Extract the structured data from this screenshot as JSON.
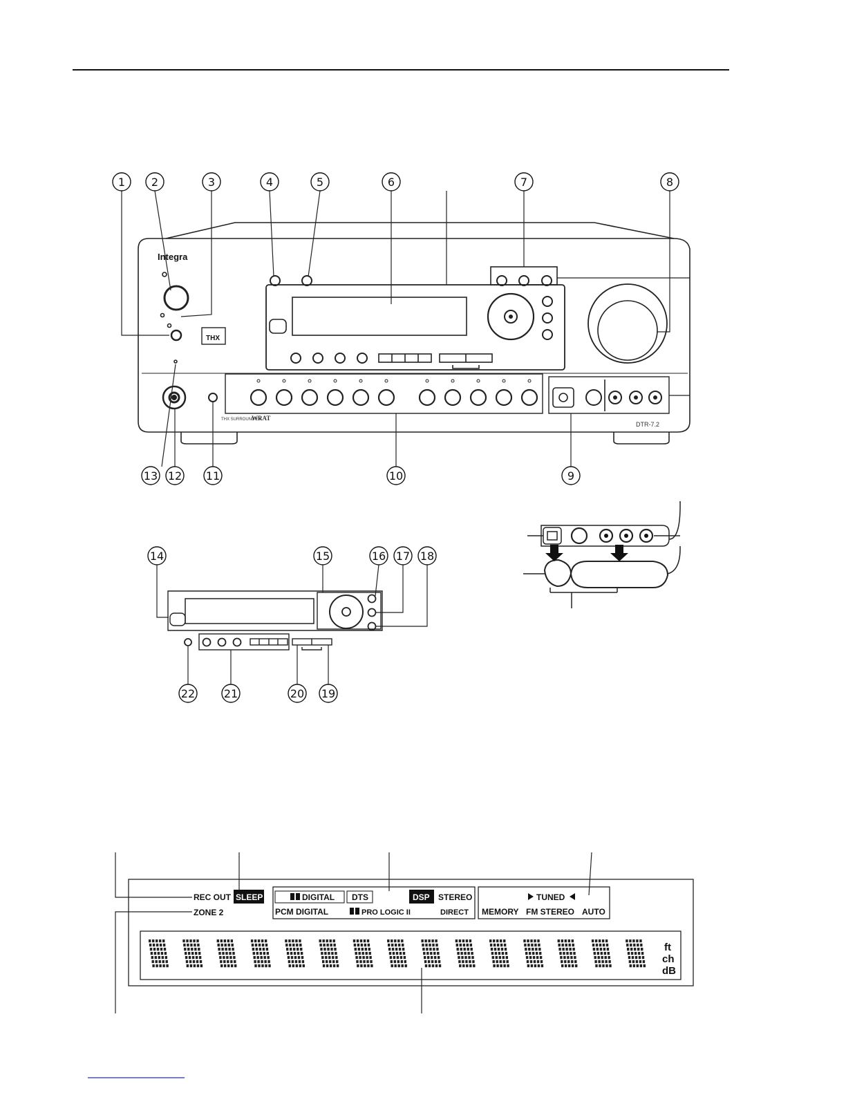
{
  "front_panel": {
    "brand": "Integra",
    "model": "DTR-7.2",
    "thx_badge": "THX",
    "logos": {
      "thx_surround": "THX SURROUND EX",
      "wrat": "WRAT",
      "digital": "DIGITAL"
    },
    "callouts_top": [
      "1",
      "2",
      "3",
      "4",
      "5",
      "6",
      "7",
      "8"
    ],
    "callouts_bottom": [
      "13",
      "12",
      "11",
      "10",
      "9"
    ],
    "display_detail_callouts": [
      "14",
      "15",
      "16",
      "17",
      "18"
    ],
    "display_detail_callouts_bottom": [
      "22",
      "21",
      "20",
      "19"
    ]
  },
  "fl_display": {
    "indicators": {
      "rec_out": "REC OUT",
      "sleep": "SLEEP",
      "zone2": "ZONE 2",
      "dd_digital": "DIGITAL",
      "dts": "DTS",
      "dsp": "DSP",
      "stereo": "STEREO",
      "pcm_digital": "PCM DIGITAL",
      "pro_logic": "PRO LOGIC II",
      "direct": "DIRECT",
      "tuned": "TUNED",
      "memory": "MEMORY",
      "fm_stereo": "FM STEREO",
      "auto": "AUTO",
      "unit_ft": "ft",
      "unit_ch": "ch",
      "unit_db": "dB"
    },
    "char_cells": 15
  }
}
